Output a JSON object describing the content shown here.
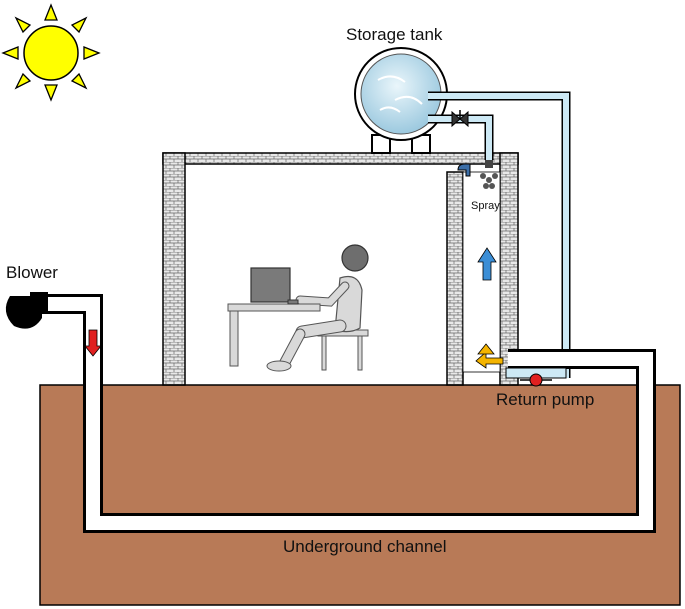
{
  "labels": {
    "storage_tank": "Storage tank",
    "spray": "Spray",
    "blower": "Blower",
    "return_pump": "Return pump",
    "underground_channel": "Underground channel"
  },
  "colors": {
    "soil": "#b87a57",
    "brick": "#c8c8c8",
    "water": "#cde9f5",
    "pipe_outline": "#000000",
    "sun": "#ffff00",
    "arrow_red": "#e02020",
    "arrow_blue": "#3b8ed6",
    "arrow_yellow": "#f4b400",
    "pump": "#e02020"
  },
  "icons": [
    "sun-icon",
    "storage-tank-icon",
    "blower-icon",
    "valve-icon",
    "spray-nozzle-icon",
    "person-icon",
    "computer-icon",
    "return-pump-icon"
  ]
}
